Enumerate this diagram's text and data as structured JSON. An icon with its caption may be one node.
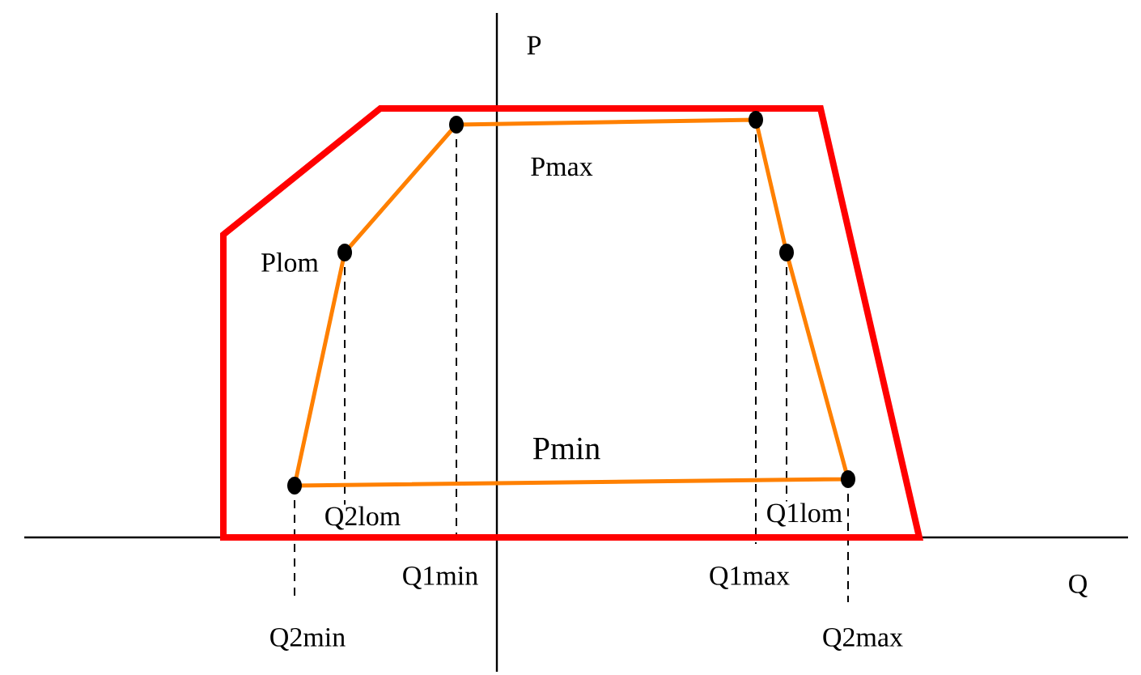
{
  "diagram": {
    "labels": [
      "P",
      "Pmax",
      "Plom",
      "Pmin",
      "Q2lom",
      "Q1lom",
      "Q1min",
      "Q1max",
      "Q",
      "Q2min",
      "Q2max"
    ]
  }
}
